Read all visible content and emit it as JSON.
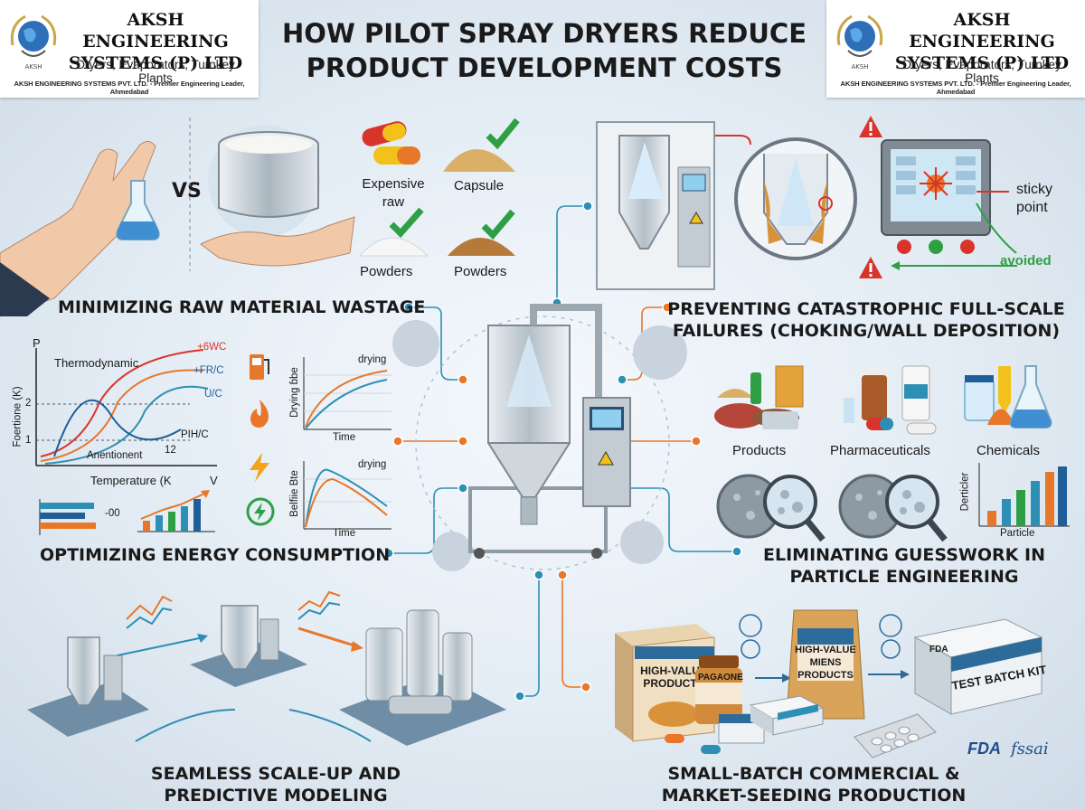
{
  "logo": {
    "company": "AKSH ENGINEERING SYSTEMS (P) LTD",
    "tagline": "Dryers, Evaporators, Turnkey Plants",
    "strip": "AKSH ENGINEERING SYSTEMS PVT. LTD. - Premier Engineering Leader, Ahmedabad",
    "emblem_text": "AKSH"
  },
  "title": "HOW PILOT SPRAY DRYERS REDUCE PRODUCT DEVELOPMENT COSTS",
  "sections": {
    "raw_material": {
      "heading": "MINIMIZING RAW MATERIAL WASTAGE",
      "vs": "VS",
      "items": [
        "Expensive raw",
        "Capsule",
        "Powders",
        "Powders"
      ]
    },
    "failures": {
      "heading": "PREVENTING CATASTROPHIC FULL-SCALE FAILURES (CHOKING/WALL DEPOSITION)",
      "sticky": "sticky point",
      "avoided": "avoided"
    },
    "energy": {
      "heading": "OPTIMIZING ENERGY CONSUMPTION",
      "thermo": {
        "title": "Thermodynamic",
        "y_axis": "P",
        "y_label": "Foertione (K)",
        "x_label": "Temperature (K",
        "x_axis": "V",
        "ticks": [
          "2",
          "1"
        ],
        "annotation": "Anentionent",
        "annotation2": "12",
        "curve_labels": [
          "+6WC",
          "+FR/C",
          "U/C",
          "PIH/C"
        ]
      },
      "drying1": {
        "title": "drying",
        "y_label": "Drying ɓbe",
        "x_label": "Time"
      },
      "drying2": {
        "title": "drying",
        "y_label": "Belfiie Bte",
        "x_label": "Time"
      },
      "bar_label": "-00"
    },
    "particle": {
      "heading": "ELIMINATING GUESSWORK IN PARTICLE ENGINEERING",
      "categories": [
        "Products",
        "Pharmaceuticals",
        "Chemicals"
      ],
      "chart_y": "Derticler",
      "chart_x": "Particle"
    },
    "scaleup": {
      "heading": "SEAMLESS SCALE-UP AND PREDICTIVE MODELING"
    },
    "smallbatch": {
      "heading": "SMALL-BATCH COMMERCIAL & MARKET-SEEDING PRODUCTION",
      "box1": "HIGH-VALUE PRODUCTS",
      "jar": "PAGAONE",
      "bag": "HIGH-VALUE MIENS PRODUCTS",
      "kit_brand": "FDA",
      "kit": "TEST BATCH KIT",
      "logos": [
        "FDA",
        "fssai"
      ]
    }
  },
  "colors": {
    "orange": "#e8772a",
    "teal": "#2d8fb3",
    "green": "#2ea043",
    "red": "#d9342b",
    "steel": "#b7c1c9"
  }
}
